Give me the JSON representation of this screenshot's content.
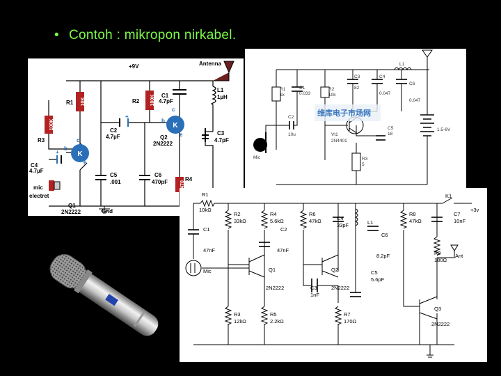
{
  "slide": {
    "bullet": "•",
    "title": "Contoh : mikropon nirkabel."
  },
  "schematic_a": {
    "supply": "+9V",
    "antenna": "Antenna",
    "r1": "R1",
    "r1_val": "10K",
    "r2": "R2",
    "r2_val": "100K",
    "r3": "R3",
    "r3_val": "100K",
    "r4": "R4",
    "r4_val": "470",
    "c1": "C1",
    "c1_val": "4.7pF",
    "l1": "L1",
    "l1_val": "1µH",
    "c2": "C2",
    "c2_val": "4.7µF",
    "c3": "C3",
    "c3_val": "4.7pF",
    "c4": "C4",
    "c4_val": "4.7µF",
    "c5": "C5",
    "c5_val": ".001",
    "c6": "C6",
    "c6_val": "470pF",
    "q2": "Q2",
    "q2_type": "2N2222",
    "q1": "Q1",
    "q1_type": "2N2222",
    "mic": "mic",
    "mic_sub": "electret",
    "gnd": "Gnd",
    "pin_b": "b",
    "pin_c": "c",
    "pin_e": "e",
    "plus": "+"
  },
  "schematic_b": {
    "r1": "R1",
    "r1_val": "1k",
    "c1": "C1",
    "c1_val": "0.033",
    "r2": "R2",
    "r2_val": "10k",
    "c3": "C3",
    "c3_val": "82",
    "c4": "C4",
    "c4_val": "0.047",
    "l1": "L1",
    "c6": "C6",
    "c6_val": "0.047",
    "c2": "C2",
    "c2_val": "10u",
    "vt1": "Vt1",
    "vt1_type": "2N4401",
    "c5": "C5",
    "c5_val": "18",
    "r3": "R3",
    "r3_val": "5",
    "batt": "1.5-6V",
    "mic": "Mic",
    "watermark": "维库电子市场网"
  },
  "schematic_c": {
    "r1": "R1",
    "r1_val": "10kΩ",
    "r2": "R2",
    "r2_val": "33kΩ",
    "r4": "R4",
    "r4_val": "5.6kΩ",
    "r6": "R6",
    "r6_val": "47kΩ",
    "c4": "C4",
    "c4_val": "33pF",
    "l1": "L1",
    "r8": "R8",
    "r8_val": "47kΩ",
    "k1": "K1",
    "c7": "C7",
    "c7_val": "10nF",
    "v3": "+3v",
    "c1": "C1",
    "c1_val": "47nF",
    "c2": "C2",
    "c2_val": "47nF",
    "c6": "C6",
    "c6_val": "8.2pF",
    "r9": "R9",
    "r9_val": "180Ω",
    "ant": "Ant",
    "mic": "Mic",
    "q1": "Q1",
    "q1_type": "2N2222",
    "q2": "Q2",
    "q2_type": "2N2222",
    "c3": "C3",
    "c3_val": "1nF",
    "c5": "C5",
    "c5_val": "5.6pF",
    "q3": "Q3",
    "q3_type": "2N2222",
    "r3": "R3",
    "r3_val": "12kΩ",
    "r5": "R5",
    "r5_val": "2.2kΩ",
    "r7": "R7",
    "r7_val": "170Ω"
  }
}
